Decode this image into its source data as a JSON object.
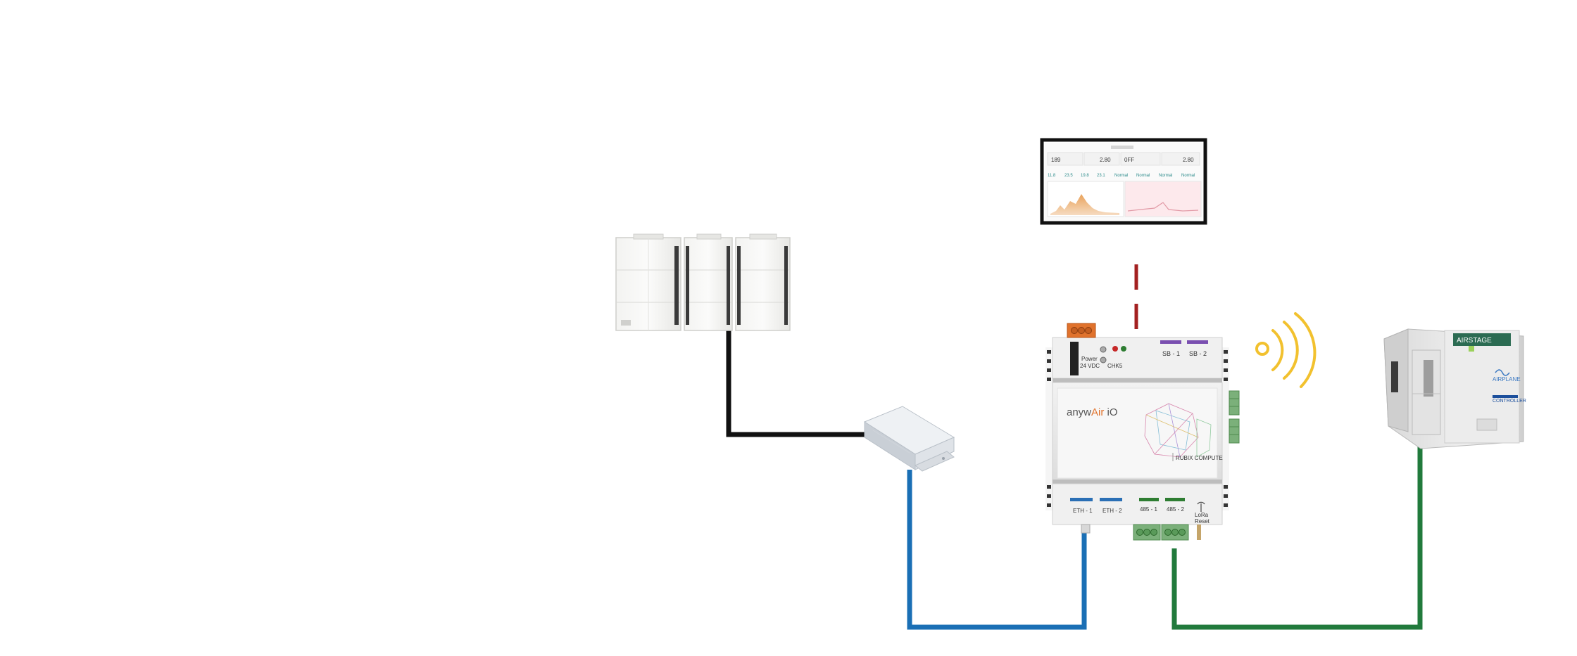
{
  "diagram": {
    "connections": [
      {
        "from": "vrf-outdoor-units",
        "to": "protocol-gateway",
        "color": "#111111",
        "style": "solid"
      },
      {
        "from": "protocol-gateway",
        "to": "controller-eth-1",
        "color": "#1a6fb5",
        "style": "solid"
      },
      {
        "from": "controller-485-2",
        "to": "ahu-unit",
        "color": "#217a3c",
        "style": "solid"
      },
      {
        "from": "controller-top",
        "to": "dashboard-monitor",
        "color": "#a32020",
        "style": "dashed"
      }
    ],
    "controller": {
      "brand_prefix": "anyw",
      "brand_highlight": "Air",
      "brand_suffix": " iO",
      "subtitle": "RUBIX COMPUTE",
      "power_label": "Power",
      "power_voltage": "24 VDC",
      "led_label": "CHK5",
      "port_sb1": "SB - 1",
      "port_sb2": "SB - 2",
      "port_eth1": "ETH - 1",
      "port_eth2": "ETH - 2",
      "port_4851": "485 - 1",
      "port_4852": "485 - 2",
      "port_lora": "LoRa",
      "port_lora_sub": "Reset",
      "accent_color": "#e0722c"
    },
    "ahu": {
      "badge": "AIRSTAGE",
      "logo1": "AIRPLANE",
      "logo2": "CONTROLLER"
    },
    "dashboard": {
      "row1": [
        "189",
        "2.80",
        "0FF",
        "2.80"
      ],
      "row2": [
        "11.8",
        "23.5",
        "19.8",
        "23.1",
        "Normal",
        "Normal",
        "Normal",
        "Normal"
      ]
    },
    "wireless_color": "#f2c12e"
  }
}
